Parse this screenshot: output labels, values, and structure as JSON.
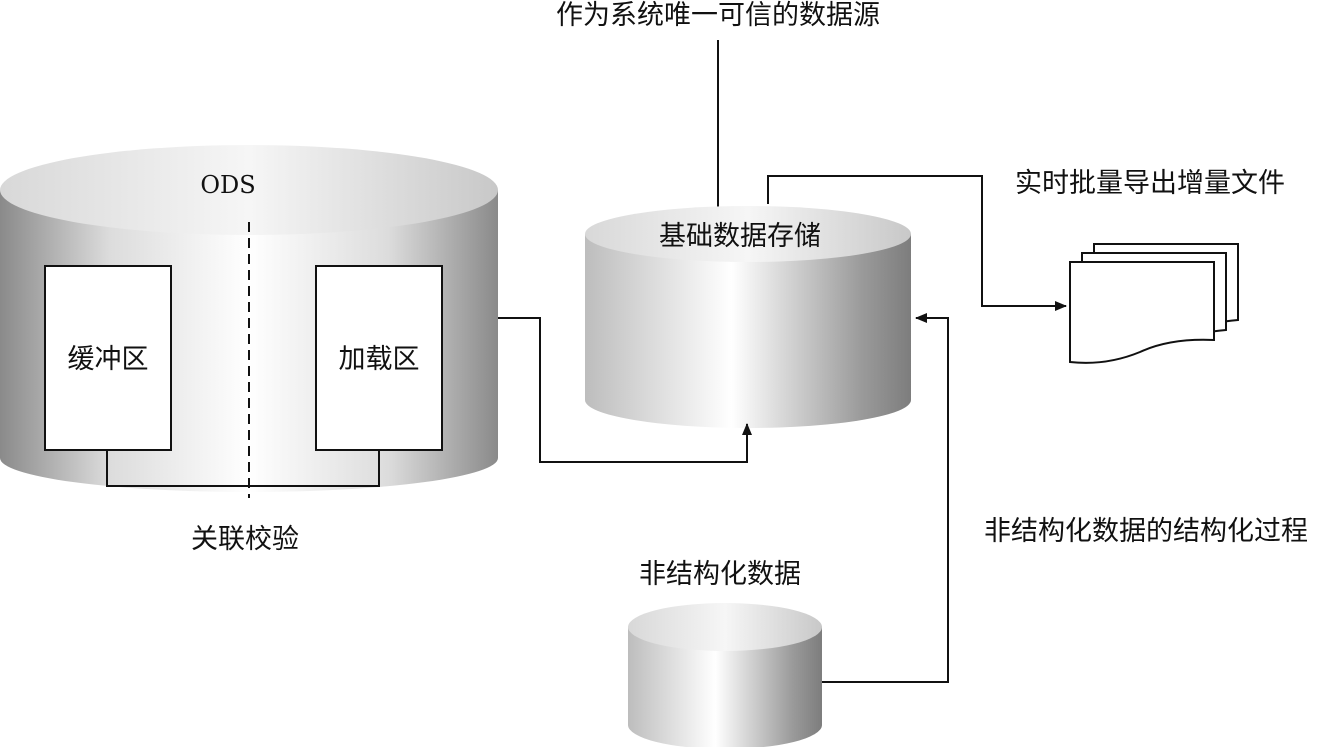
{
  "labels": {
    "trusted_source": "作为系统唯一可信的数据源",
    "ods": "ODS",
    "buffer_zone": "缓冲区",
    "load_zone": "加载区",
    "association_check": "关联校验",
    "base_storage": "基础数据存储",
    "realtime_export": "实时批量导出增量文件",
    "unstructured_data": "非结构化数据",
    "structuring_process": "非结构化数据的结构化过程"
  },
  "colors": {
    "line": "#111111",
    "cylinder_dark": "#8c8c8c",
    "cylinder_light": "#ffffff",
    "box_fill": "#ffffff"
  }
}
